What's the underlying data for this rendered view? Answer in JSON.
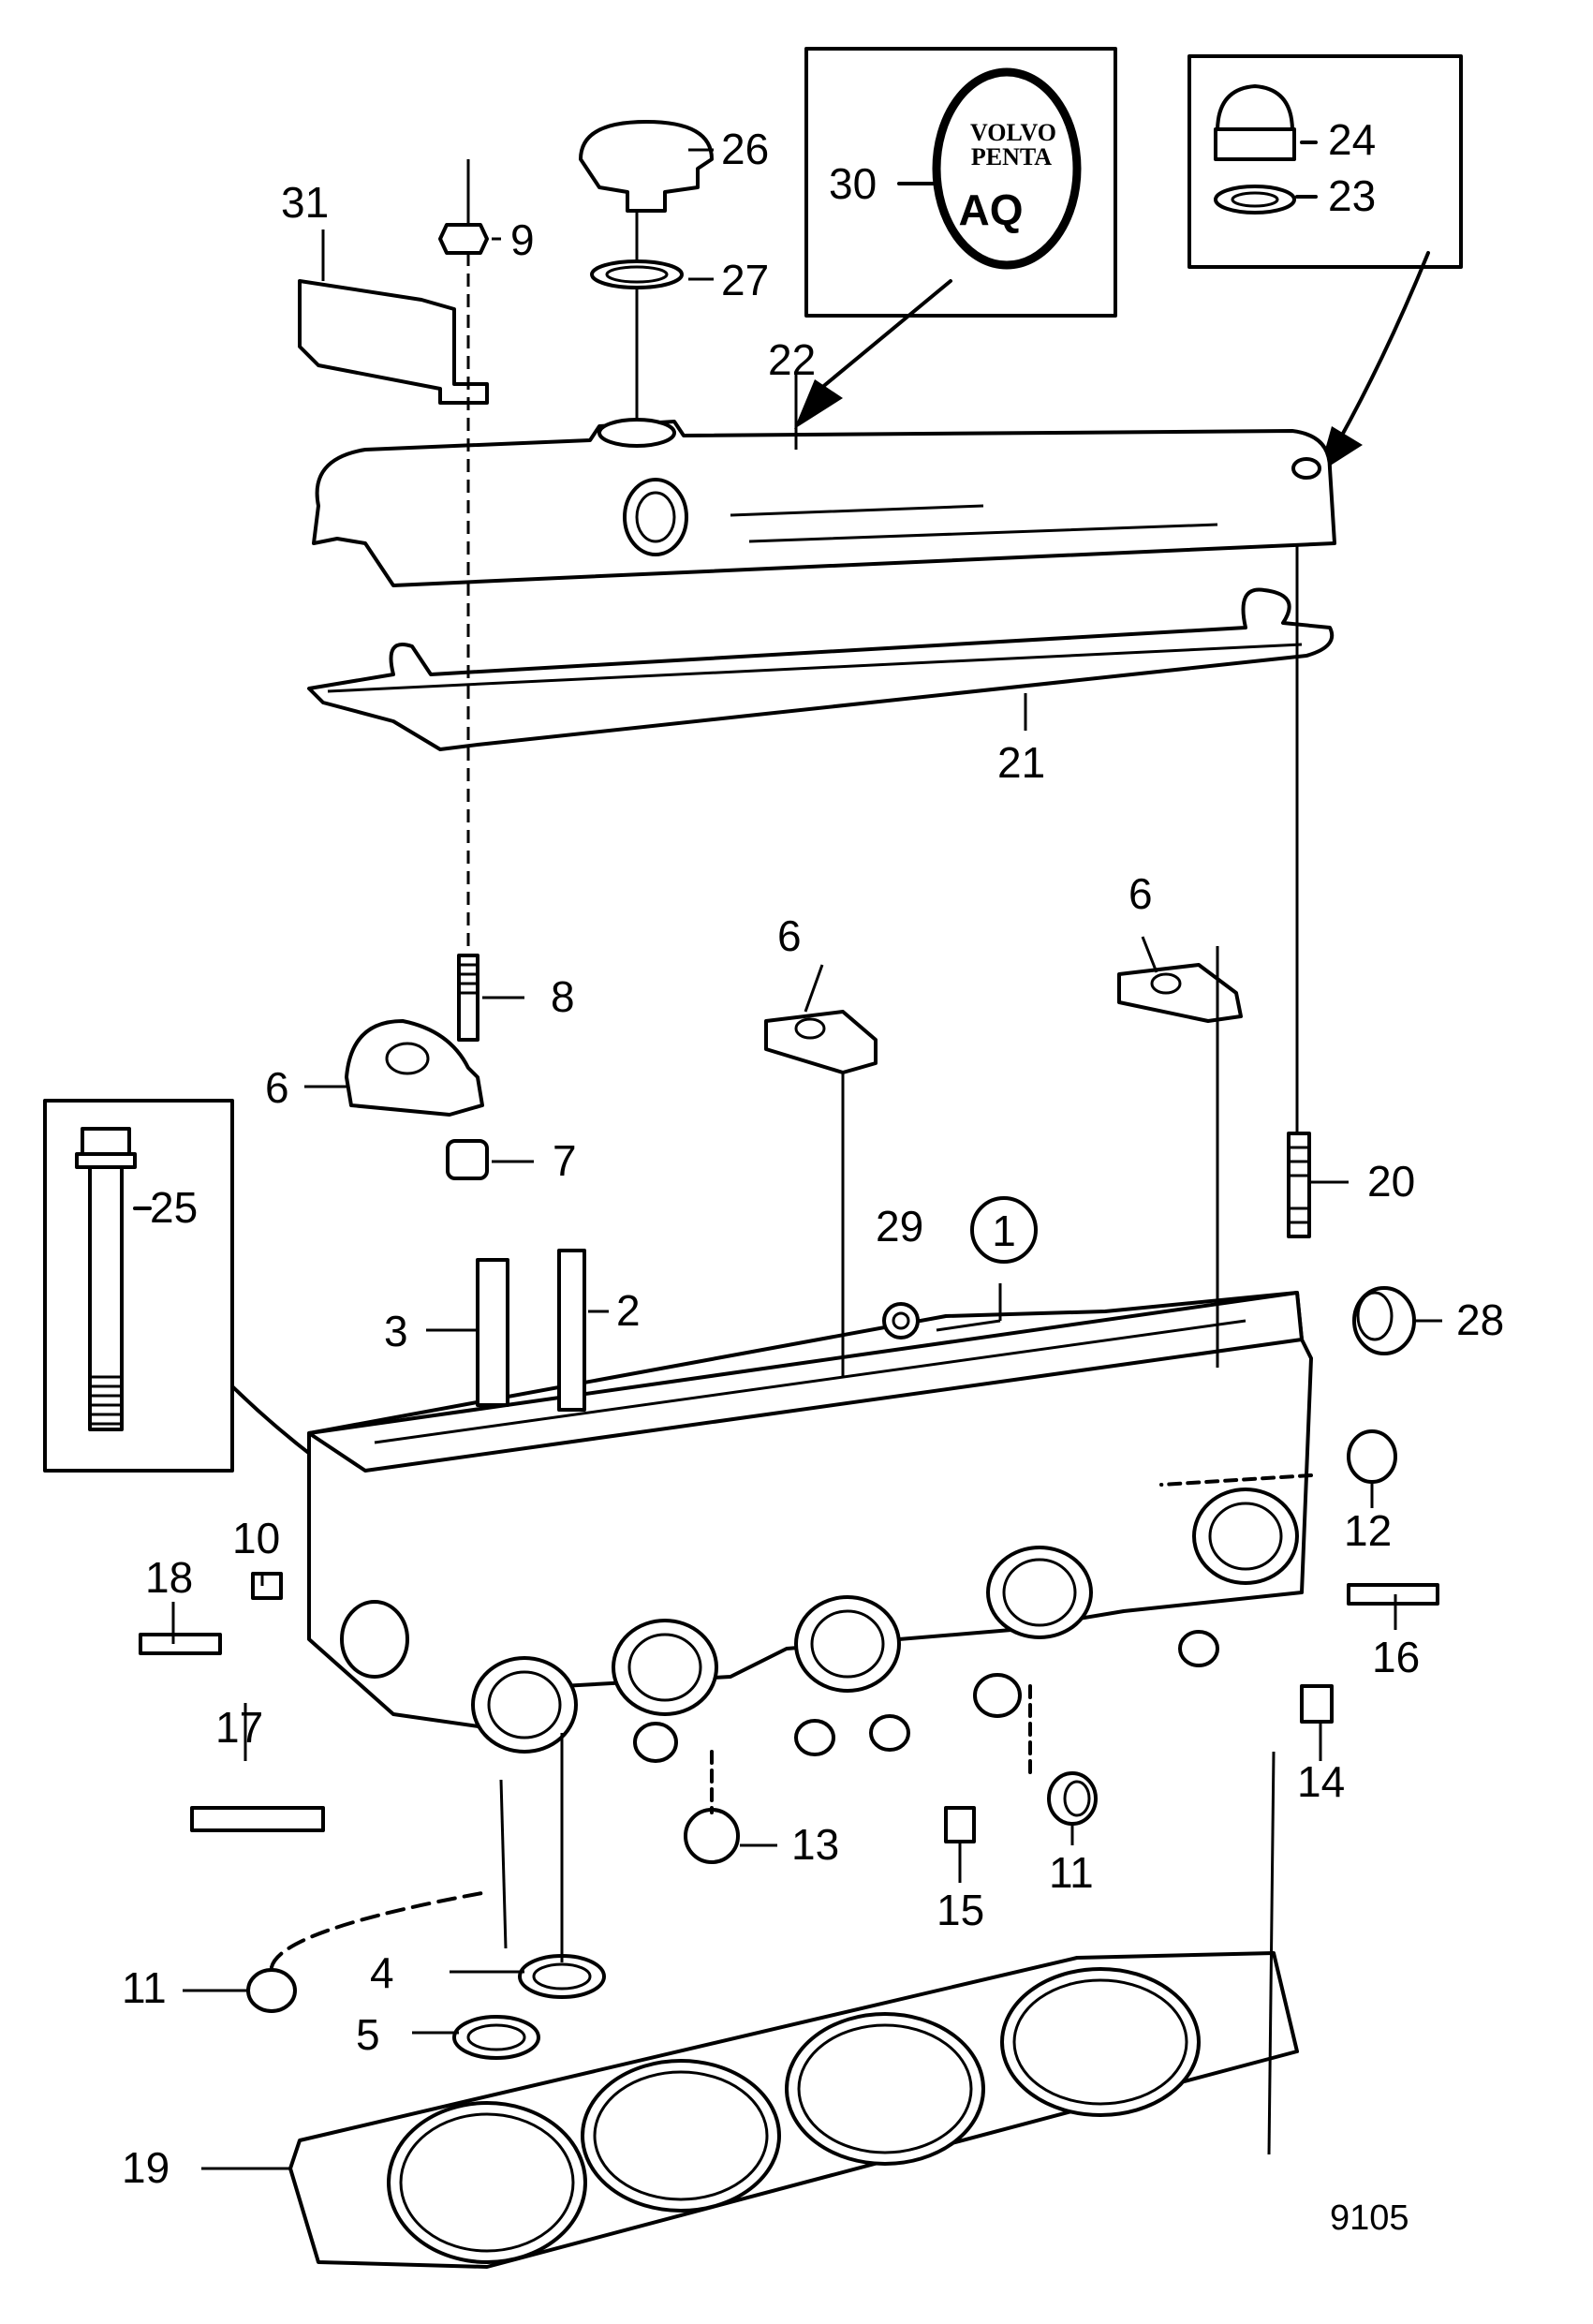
{
  "figure": {
    "code": "9105"
  },
  "inset_badge": {
    "brand_line1": "VOLVO",
    "brand_line2": "PENTA",
    "model": "AQ"
  },
  "callouts": {
    "c1": "1",
    "c2": "2",
    "c3": "3",
    "c4": "4",
    "c5": "5",
    "c6a": "6",
    "c6b": "6",
    "c6c": "6",
    "c7": "7",
    "c8": "8",
    "c9": "9",
    "c10": "10",
    "c11a": "11",
    "c11b": "11",
    "c12": "12",
    "c13": "13",
    "c14": "14",
    "c15": "15",
    "c16": "16",
    "c17": "17",
    "c18": "18",
    "c19": "19",
    "c20": "20",
    "c21": "21",
    "c22": "22",
    "c23": "23",
    "c24": "24",
    "c25": "25",
    "c26": "26",
    "c27": "27",
    "c28": "28",
    "c29": "29",
    "c30": "30",
    "c31": "31"
  }
}
